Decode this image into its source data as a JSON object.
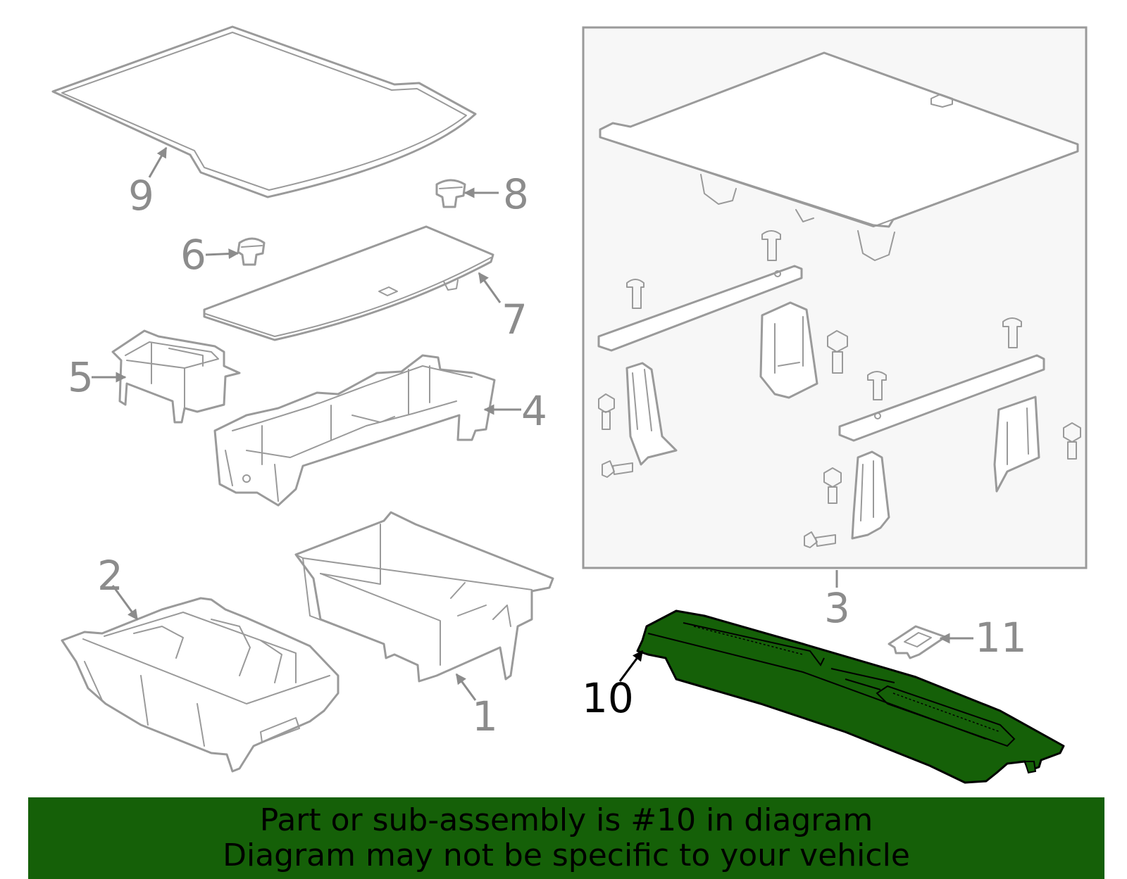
{
  "colors": {
    "highlight_part": "#156008",
    "banner_background": "#156008",
    "line_gray": "#9a9a9a",
    "inset_background": "#f7f7f7"
  },
  "callouts": {
    "c1": "1",
    "c2": "2",
    "c3": "3",
    "c4": "4",
    "c5": "5",
    "c6": "6",
    "c7": "7",
    "c8": "8",
    "c9": "9",
    "c10": "10",
    "c11": "11"
  },
  "banner": {
    "line1": "Part or sub-assembly is #10 in diagram",
    "line2": "Diagram may not be specific to your vehicle"
  }
}
